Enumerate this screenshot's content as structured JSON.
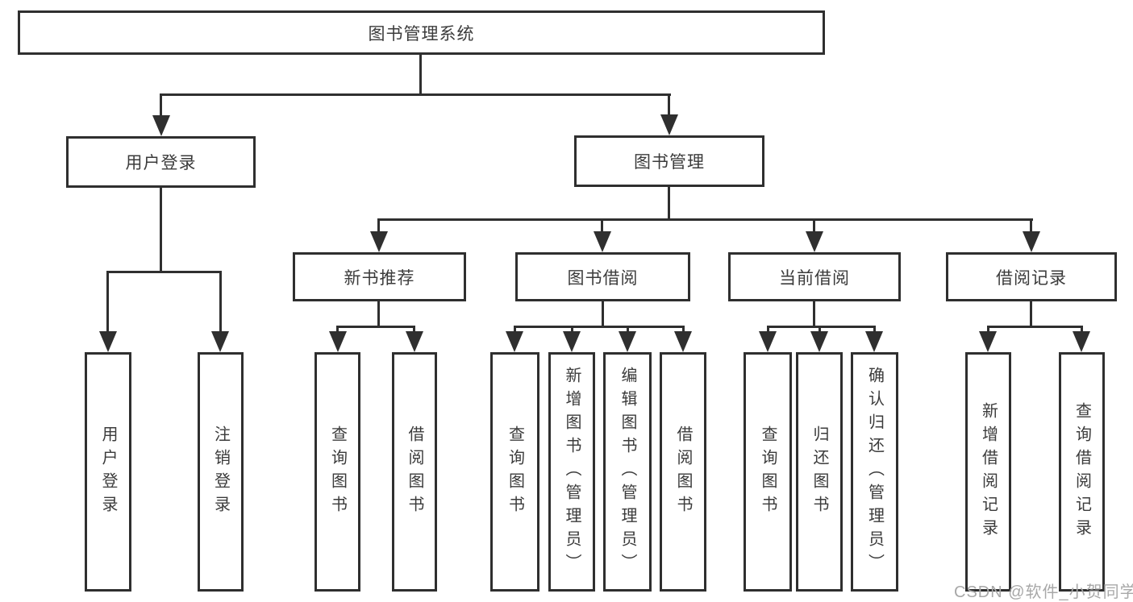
{
  "diagram": {
    "type": "hierarchy-tree",
    "root": {
      "label": "图书管理系统",
      "children": [
        {
          "label": "用户登录",
          "children": [
            {
              "label": "用户登录"
            },
            {
              "label": "注销登录"
            }
          ]
        },
        {
          "label": "图书管理",
          "children": [
            {
              "label": "新书推荐",
              "children": [
                {
                  "label": "查询图书"
                },
                {
                  "label": "借阅图书"
                }
              ]
            },
            {
              "label": "图书借阅",
              "children": [
                {
                  "label": "查询图书"
                },
                {
                  "label": "新增图书（管理员）"
                },
                {
                  "label": "编辑图书（管理员）"
                },
                {
                  "label": "借阅图书"
                }
              ]
            },
            {
              "label": "当前借阅",
              "children": [
                {
                  "label": "查询图书"
                },
                {
                  "label": "归还图书"
                },
                {
                  "label": "确认归还（管理员）"
                }
              ]
            },
            {
              "label": "借阅记录",
              "children": [
                {
                  "label": "新增借阅记录"
                },
                {
                  "label": "查询借阅记录"
                }
              ]
            }
          ]
        }
      ]
    }
  },
  "watermark": {
    "text": "CSDN @软件_小贺同学"
  },
  "colors": {
    "line": "#2f2f2f",
    "text": "#3b3b3b",
    "watermark": "#a8a8a8",
    "background": "#ffffff"
  }
}
